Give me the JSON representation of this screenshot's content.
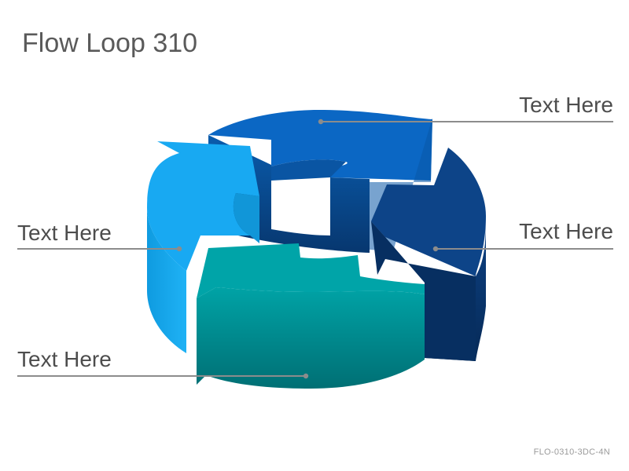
{
  "slide": {
    "title": "Flow Loop 310",
    "code": "FLO-0310-3DC-4N"
  },
  "segments": [
    {
      "label": "Text Here",
      "color": "#0a63bd"
    },
    {
      "label": "Text Here",
      "color": "#0b3f7e"
    },
    {
      "label": "Text Here",
      "color": "#00999b"
    },
    {
      "label": "Text Here",
      "color": "#12a8ee"
    }
  ],
  "colors": {
    "title": "#5a5a5a",
    "label": "#4d4d4d",
    "leader_line": "#8c8c8c",
    "code": "#9a9a9a"
  }
}
